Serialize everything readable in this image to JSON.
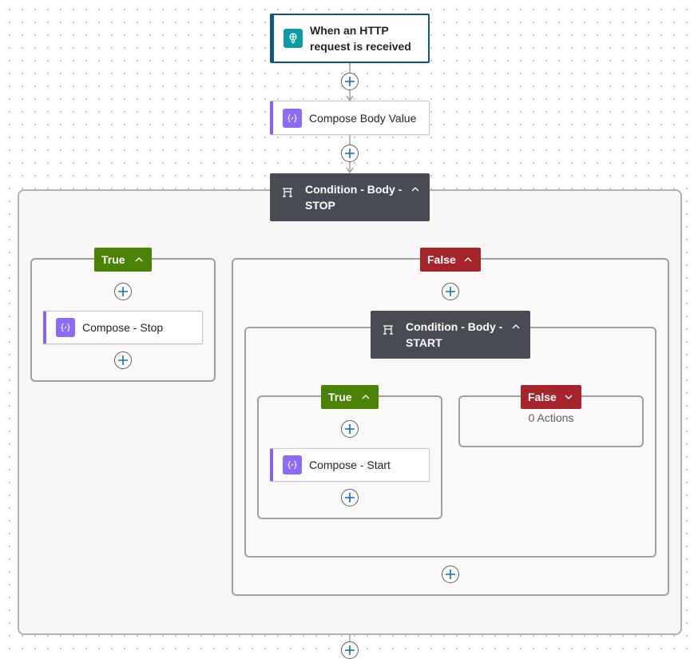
{
  "trigger": {
    "label": "When an HTTP request is received",
    "icon": "http-request-icon"
  },
  "compose_body": {
    "label": "Compose Body Value",
    "icon": "compose-icon"
  },
  "condition_stop": {
    "label": "Condition - Body - STOP",
    "true_branch": {
      "label": "True",
      "action": {
        "label": "Compose - Stop"
      }
    },
    "false_branch": {
      "label": "False",
      "condition_start": {
        "label": "Condition - Body - START",
        "true_branch": {
          "label": "True",
          "action": {
            "label": "Compose - Start"
          }
        },
        "false_branch": {
          "label": "False",
          "empty_text": "0 Actions"
        }
      }
    }
  },
  "colors": {
    "true_branch": "#498205",
    "false_branch": "#a4262c",
    "condition": "#484b52",
    "compose": "#8c6cf0",
    "trigger_border": "#0f548c",
    "add_icon": "#0f6cbd"
  }
}
